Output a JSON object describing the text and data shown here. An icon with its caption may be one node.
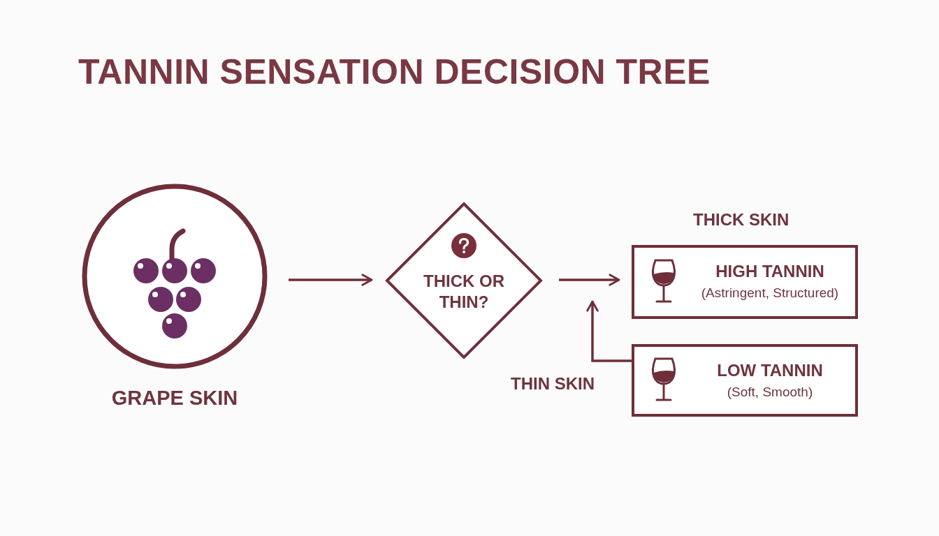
{
  "diagram": {
    "title": "TANNIN SENSATION DECISION TREE",
    "nodes": [
      {
        "text": [
          "GRAPE SKIN"
        ]
      },
      {
        "text": [
          "THICK OR THIN?"
        ]
      },
      {
        "text": [
          "HIGH TANNIN",
          "(Astringent, Structured)"
        ],
        "beside": [
          "THICK SKIN"
        ]
      },
      {
        "text": [
          "LOW TANNIN",
          "(Soft, Smooth)"
        ]
      }
    ],
    "edges": [
      {
        "from": 0,
        "to": 1,
        "arrow": "to"
      },
      {
        "from": 1,
        "to": 2,
        "arrow": "to"
      },
      {
        "from": 3,
        "to": null,
        "arrow": "to",
        "label": "THIN SKIN"
      }
    ]
  }
}
